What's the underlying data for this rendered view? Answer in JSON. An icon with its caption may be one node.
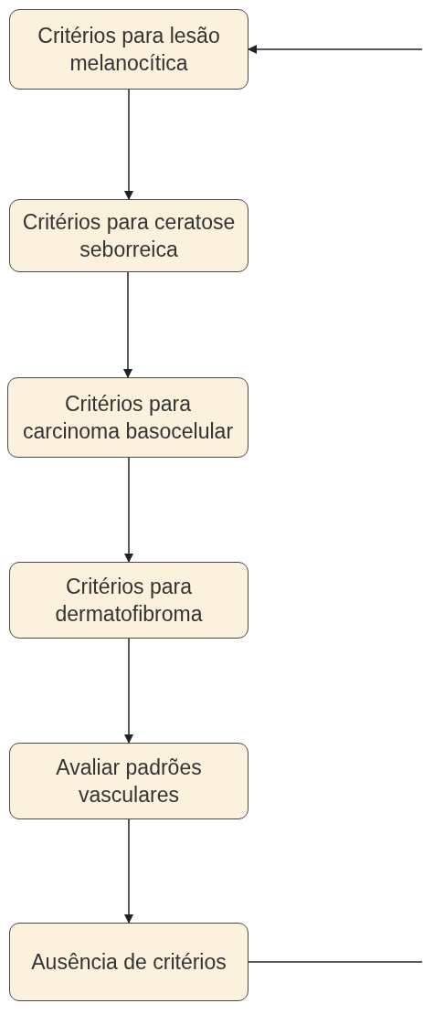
{
  "diagram": {
    "nodes": [
      {
        "text": [
          "Critérios para lesão melanocítica"
        ]
      },
      {
        "text": [
          "Critérios para ceratose seborreica"
        ]
      },
      {
        "text": [
          "Critérios para carcinoma basocelular"
        ]
      },
      {
        "text": [
          "Critérios para dermatofibroma"
        ]
      },
      {
        "text": [
          "Avaliar padrões vasculares"
        ]
      },
      {
        "text": [
          "Ausência de critérios"
        ]
      }
    ],
    "edges": [
      {
        "from": null,
        "to": 0,
        "arrow": "to"
      },
      {
        "from": 0,
        "to": 1,
        "arrow": "to"
      },
      {
        "from": 1,
        "to": 2,
        "arrow": "to"
      },
      {
        "from": 2,
        "to": 3,
        "arrow": "to"
      },
      {
        "from": 3,
        "to": 4,
        "arrow": "to"
      },
      {
        "from": 4,
        "to": 5,
        "arrow": "to"
      },
      {
        "from": 5,
        "to": null,
        "arrow": "none"
      }
    ]
  }
}
